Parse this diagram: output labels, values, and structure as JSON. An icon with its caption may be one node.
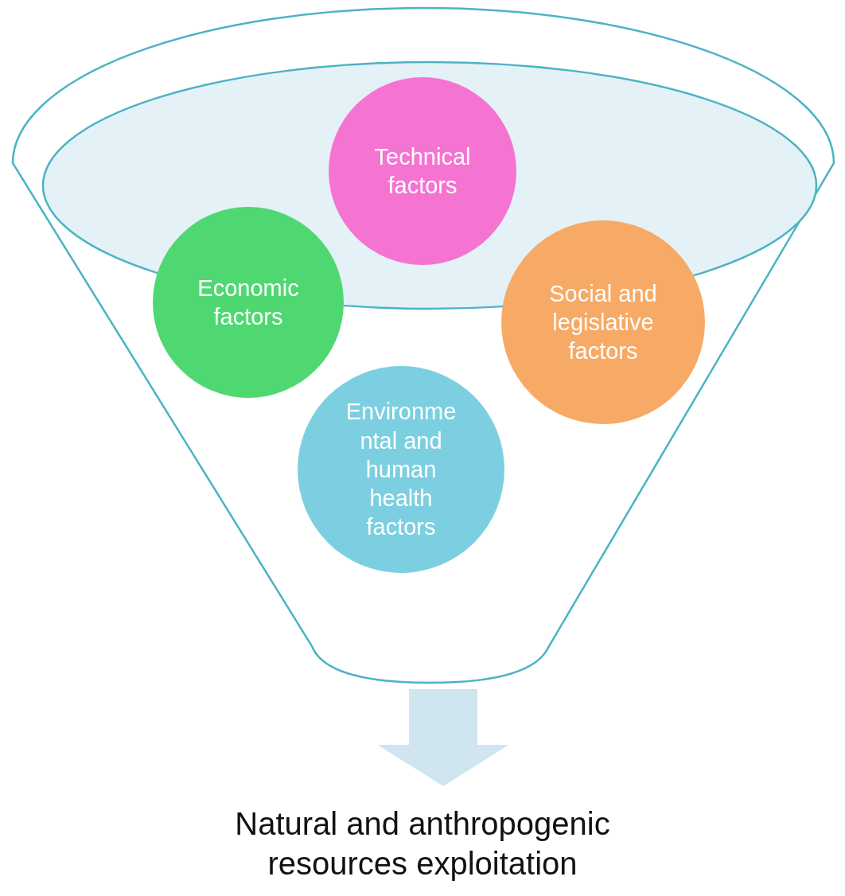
{
  "diagram": {
    "nodes": [
      {
        "text": [],
        "shape": "funnel"
      },
      {
        "text": [
          "Technical factors"
        ],
        "in": 0
      },
      {
        "text": [
          "Economic factors"
        ],
        "in": 0
      },
      {
        "text": [
          "Social and legislative factors"
        ],
        "in": 0
      },
      {
        "text": [
          "Environme ntal and human health factors"
        ],
        "in": 0
      },
      {
        "text": [
          "Natural and anthropogenic resources exploitation"
        ]
      }
    ],
    "edges": [
      {
        "from": 0,
        "to": 5,
        "arrow": "to",
        "color": "#cfe5ef"
      }
    ]
  }
}
